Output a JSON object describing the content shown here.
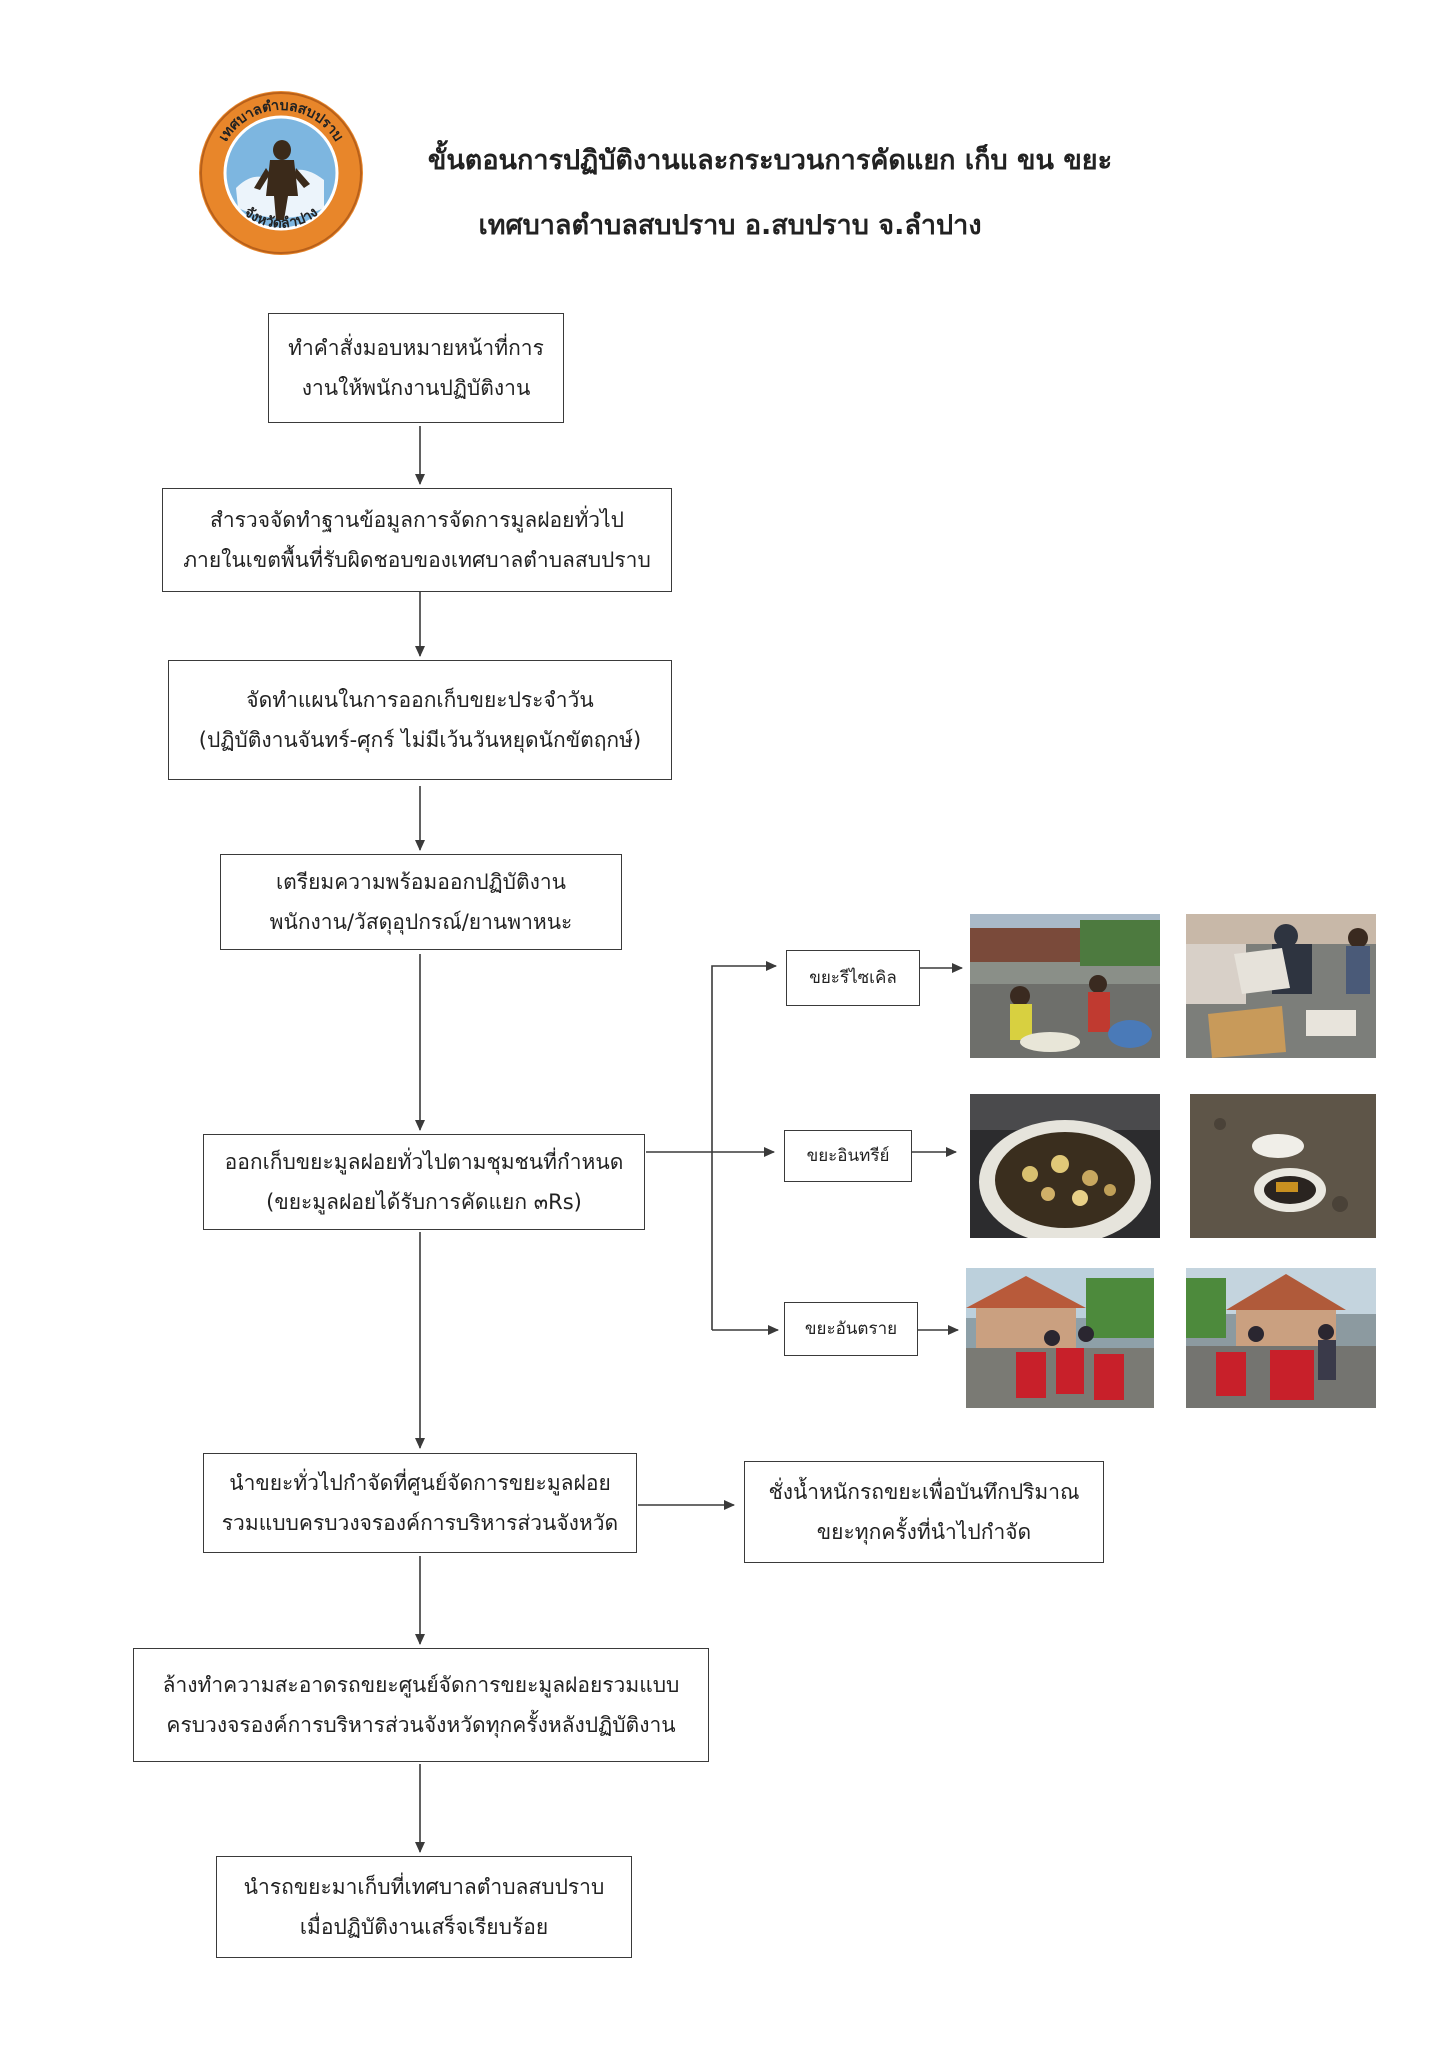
{
  "header": {
    "title_line1": "ขั้นตอนการปฏิบัติงานและกระบวนการคัดแยก เก็บ ขน ขยะ",
    "title_line2": "เทศบาลตำบลสบปราบ อ.สบปราบ จ.ลำปาง",
    "logo_text_top": "เทศบาลตำบลสบปราบ",
    "logo_text_bottom": "จังหวัดลำปาง"
  },
  "flow": {
    "step1": [
      "ทำคำสั่งมอบหมายหน้าที่การ",
      "งานให้พนักงานปฏิบัติงาน"
    ],
    "step2": [
      "สำรวจจัดทำฐานข้อมูลการจัดการมูลฝอยทั่วไป",
      "ภายในเขตพื้นที่รับผิดชอบของเทศบาลตำบลสบปราบ"
    ],
    "step3": [
      "จัดทำแผนในการออกเก็บขยะประจำวัน",
      "(ปฏิบัติงานจันทร์-ศุกร์ ไม่มีเว้นวันหยุดนักขัตฤกษ์)"
    ],
    "step4": [
      "เตรียมความพร้อมออกปฏิบัติงาน",
      "พนักงาน/วัสดุอุปกรณ์/ยานพาหนะ"
    ],
    "step5": [
      "ออกเก็บขยะมูลฝอยทั่วไปตามชุมชนที่กำหนด",
      "(ขยะมูลฝอยได้รับการคัดแยก ๓Rs)"
    ],
    "step6": [
      "นำขยะทั่วไปกำจัดที่ศูนย์จัดการขยะมูลฝอย",
      "รวมแบบครบวงจรองค์การบริหารส่วนจังหวัด"
    ],
    "step6_side": [
      "ชั่งน้ำหนักรถขยะเพื่อบันทึกปริมาณ",
      "ขยะทุกครั้งที่นำไปกำจัด"
    ],
    "step7": [
      "ล้างทำความสะอาดรถขยะศูนย์จัดการขยะมูลฝอยรวมแบบ",
      "ครบวงจรองค์การบริหารส่วนจังหวัดทุกครั้งหลังปฏิบัติงาน"
    ],
    "step8": [
      "นำรถขยะมาเก็บที่เทศบาลตำบลสบปราบ",
      "เมื่อปฏิบัติงานเสร็จเรียบร้อย"
    ]
  },
  "waste_types": {
    "recycle": "ขยะรีไซเคิล",
    "organic": "ขยะอินทรีย์",
    "hazardous": "ขยะอันตราย"
  },
  "colors": {
    "logo_ring": "#e8862a",
    "logo_center": "#7db6e0",
    "line": "#3a3a3a",
    "hazard_bin": "#c8202a"
  }
}
